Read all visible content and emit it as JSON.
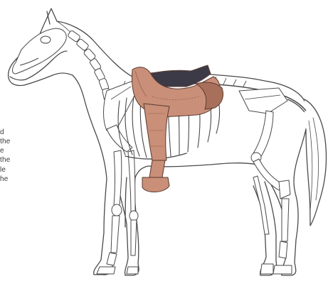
{
  "colors": {
    "background": "#ffffff",
    "line": "#4a4a4a",
    "bone_fill": "#ffffff",
    "saddle_fill": "#c98f78",
    "saddle_shadow": "#a8705b",
    "seat_dark": "#3d3a48",
    "text": "#3a3a3a"
  },
  "icons": {
    "horse": "horse-skeleton-illustration",
    "saddle": "saddle-illustration"
  },
  "caption_fragments": [
    "d",
    "the",
    "e",
    "the",
    "le",
    "he"
  ]
}
